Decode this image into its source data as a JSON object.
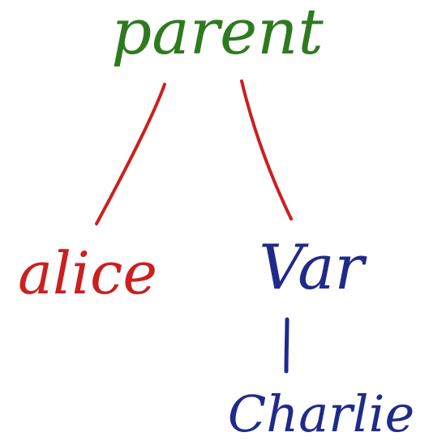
{
  "diagram": {
    "nodes": {
      "parent": {
        "label": "parent",
        "color": "#2f7a1f"
      },
      "alice": {
        "label": "alice",
        "color": "#cc1f1f"
      },
      "var": {
        "label": "Var",
        "color": "#1f2a8a"
      },
      "charlie": {
        "label": "Charlie",
        "color": "#1f2a8a"
      }
    },
    "edges": [
      {
        "from": "parent",
        "to": "alice",
        "color": "#cc1f1f"
      },
      {
        "from": "parent",
        "to": "var",
        "color": "#cc1f1f"
      },
      {
        "from": "var",
        "to": "charlie",
        "color": "#1f2a8a"
      }
    ]
  }
}
